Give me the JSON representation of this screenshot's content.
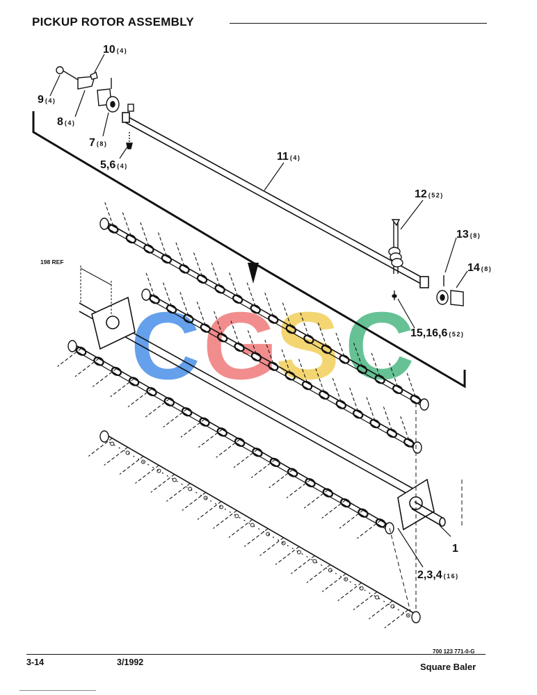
{
  "header": {
    "title": "PICKUP ROTOR ASSEMBLY"
  },
  "watermark": {
    "letters": [
      "C",
      "G",
      "S",
      "C"
    ],
    "colors": [
      "#4a90e8",
      "#f07a7a",
      "#f2cf5a",
      "#4cb883"
    ]
  },
  "callouts": [
    {
      "id": "c10",
      "num": "10",
      "qty": "(4)"
    },
    {
      "id": "c9",
      "num": "9",
      "qty": "(4)"
    },
    {
      "id": "c8",
      "num": "8",
      "qty": "(4)"
    },
    {
      "id": "c7",
      "num": "7",
      "qty": "(8)"
    },
    {
      "id": "c56",
      "num": "5,6",
      "qty": "(4)"
    },
    {
      "id": "c11",
      "num": "11",
      "qty": "(4)"
    },
    {
      "id": "c12",
      "num": "12",
      "qty": "(52)"
    },
    {
      "id": "c13",
      "num": "13",
      "qty": "(8)"
    },
    {
      "id": "c14",
      "num": "14",
      "qty": "(8)"
    },
    {
      "id": "c15",
      "num": "15,16,6",
      "qty": "(52)"
    },
    {
      "id": "c1",
      "num": "1",
      "qty": ""
    },
    {
      "id": "c234",
      "num": "2,3,4",
      "qty": "(16)"
    }
  ],
  "ref_label": "198 REF",
  "footer": {
    "page": "3-14",
    "date": "3/1992",
    "part_number": "700 123 771-0-G",
    "product": "Square Baler"
  }
}
